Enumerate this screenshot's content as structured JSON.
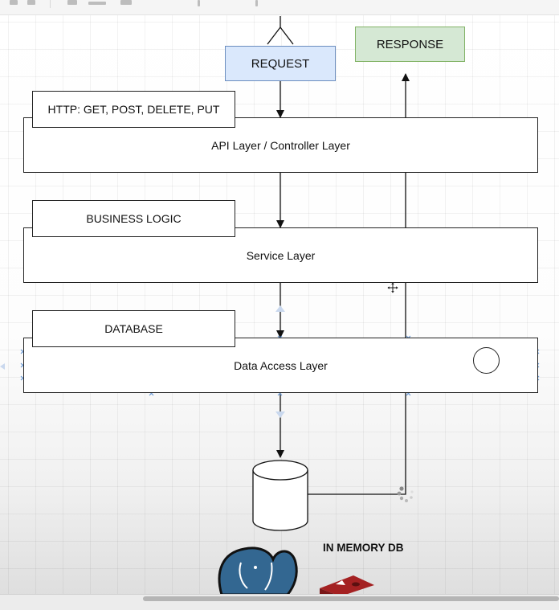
{
  "diagram": {
    "request_label": "REQUEST",
    "response_label": "RESPONSE",
    "api_tag": "HTTP: GET, POST, DELETE, PUT",
    "api_layer": "API Layer / Controller Layer",
    "service_tag": "BUSINESS LOGIC",
    "service_layer": "Service Layer",
    "data_tag": "DATABASE",
    "data_layer": "Data Access Layer",
    "in_memory_label": "IN MEMORY DB"
  },
  "colors": {
    "request_fill": "#dae8fc",
    "request_stroke": "#6c8ebf",
    "response_fill": "#d5e8d4",
    "response_stroke": "#82b366",
    "selection_handle": "#6a9ad6",
    "postgres_blue": "#336791",
    "redis_red": "#a42122"
  },
  "icons": [
    "postgresql-elephant-icon",
    "redis-icon",
    "move-cursor-icon",
    "database-cylinder-icon"
  ]
}
